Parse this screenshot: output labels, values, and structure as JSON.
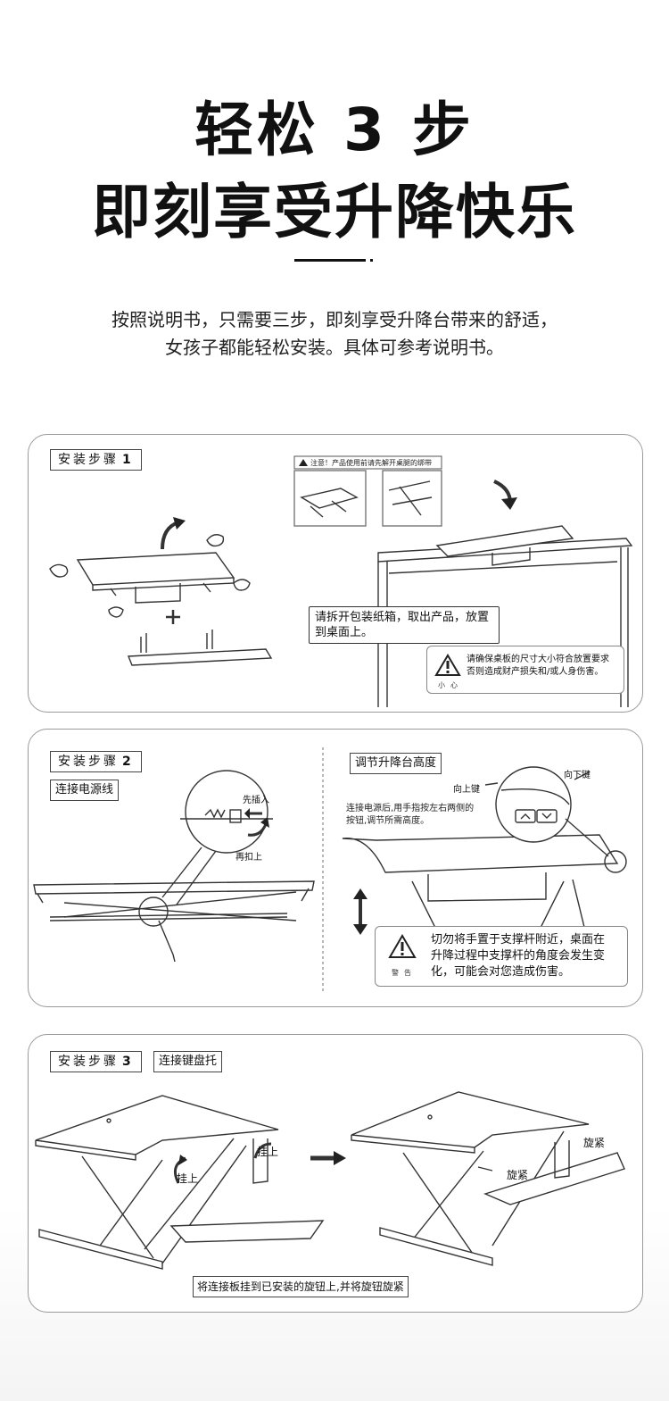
{
  "heading": {
    "line1": "轻松 3 步",
    "line2": "即刻享受升降快乐"
  },
  "intro": {
    "line1": "按照说明书，只需要三步，即刻享受升降台带来的舒适，",
    "line2": "女孩子都能轻松安装。具体可参考说明书。"
  },
  "step1": {
    "tag_text": "安装步骤",
    "tag_num": "1",
    "notice": "注意！产品使用前请先解开桌腿的绑带",
    "callout_line1": "请拆开包装纸箱，取出产品，放置",
    "callout_line2": "到桌面上。",
    "warn_line1": "请确保桌板的尺寸大小符合放置要求",
    "warn_line2": "否则造成财产损失和/或人身伤害。",
    "warn_caption": "小心"
  },
  "step2": {
    "tag_text": "安装步骤",
    "tag_num": "2",
    "sub_label": "连接电源线",
    "insert_first": "先插入",
    "then_buckle": "再扣上",
    "adjust_label": "调节升降台高度",
    "up_key": "向上键",
    "down_key": "向下键",
    "instruction_line1": "连接电源后,用手指按左右两侧的",
    "instruction_line2": "按钮,调节所需高度。",
    "warn_line1": "切勿将手置于支撑杆附近，桌面在",
    "warn_line2": "升降过程中支撑杆的角度会发生变",
    "warn_line3": "化，可能会对您造成伤害。",
    "warn_caption": "警告"
  },
  "step3": {
    "tag_text": "安装步骤",
    "tag_num": "3",
    "sub_label": "连接键盘托",
    "hang_left": "挂上",
    "hang_right": "挂上",
    "tighten_top": "旋紧",
    "tighten_mid": "旋紧",
    "caption": "将连接板挂到已安装的旋钮上,并将旋钮旋紧"
  }
}
